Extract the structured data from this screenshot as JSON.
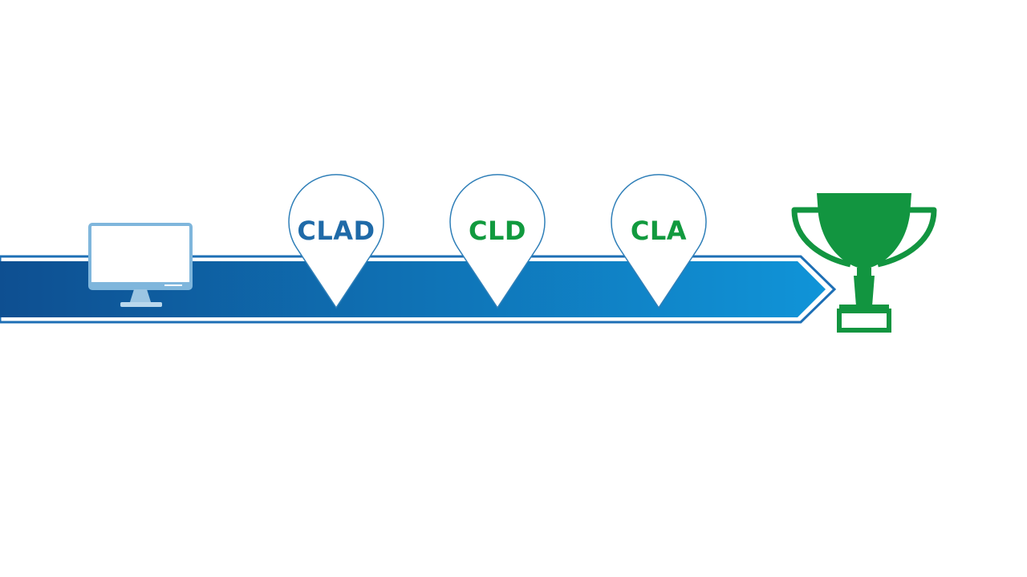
{
  "diagram": {
    "start": {
      "icon": "monitor-icon"
    },
    "milestones": [
      {
        "label": "CLAD",
        "color": "#1f6aa8"
      },
      {
        "label": "CLD",
        "color": "#119a3e"
      },
      {
        "label": "CLA",
        "color": "#119a3e"
      }
    ],
    "goal": {
      "icon": "trophy-icon"
    }
  },
  "colors": {
    "arrow_start": "#0e4f91",
    "arrow_end": "#1094d8",
    "pin_stroke": "#2f7fb8",
    "monitor": "#7fb6dc",
    "trophy": "#129540"
  }
}
